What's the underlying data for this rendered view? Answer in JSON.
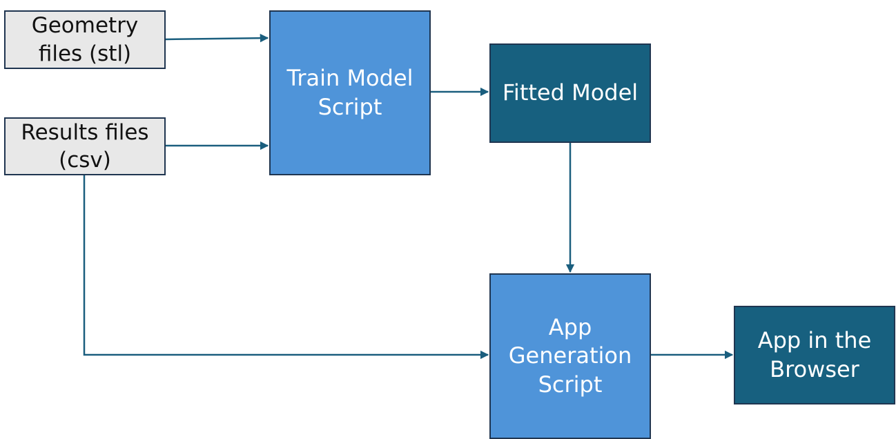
{
  "nodes": {
    "geometry": {
      "label": "Geometry\nfiles (stl)"
    },
    "results": {
      "label": "Results files\n(csv)"
    },
    "train": {
      "label": "Train Model\nScript"
    },
    "fitted": {
      "label": "Fitted Model"
    },
    "app_gen": {
      "label": "App\nGeneration\nScript"
    },
    "browser": {
      "label": "App in the\nBrowser"
    }
  },
  "edges": [
    {
      "from": "Geometry files (stl)",
      "to": "Train Model Script"
    },
    {
      "from": "Results files (csv)",
      "to": "Train Model Script"
    },
    {
      "from": "Train Model Script",
      "to": "Fitted Model"
    },
    {
      "from": "Fitted Model",
      "to": "App Generation Script"
    },
    {
      "from": "Results files (csv)",
      "to": "App Generation Script"
    },
    {
      "from": "App Generation Script",
      "to": "App in the Browser"
    }
  ],
  "colors": {
    "input_fill": "#e8e8e8",
    "script_fill": "#4f94d9",
    "output_fill": "#17607f",
    "border": "#1f3550",
    "arrow": "#1a5e7e"
  }
}
